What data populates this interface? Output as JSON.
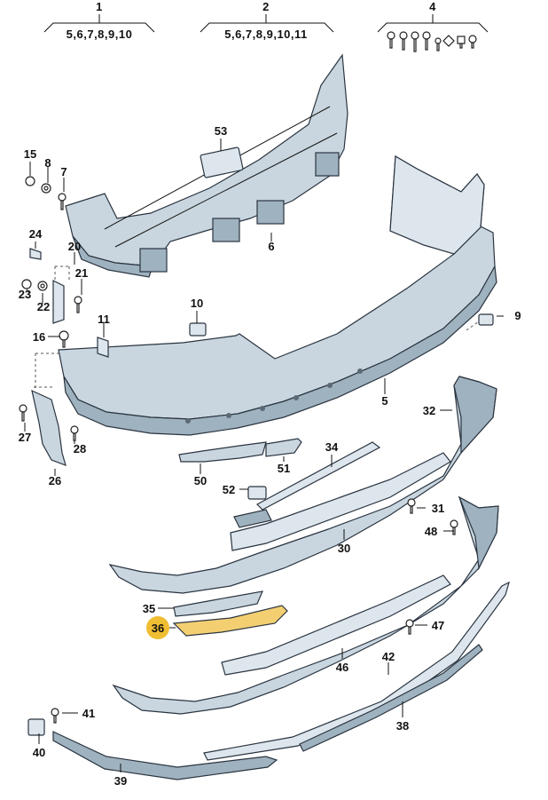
{
  "groups": [
    {
      "number": "1",
      "refs": "5,6,7,8,9,10"
    },
    {
      "number": "2",
      "refs": "5,6,7,8,9,10,11"
    },
    {
      "number": "4",
      "refs": ""
    }
  ],
  "callouts": {
    "c53": "53",
    "c15": "15",
    "c8": "8",
    "c7": "7",
    "c6": "6",
    "c24": "24",
    "c20": "20",
    "c21": "21",
    "c23": "23",
    "c22": "22",
    "c16": "16",
    "c11": "11",
    "c10": "10",
    "c9": "9",
    "c5": "5",
    "c32": "32",
    "c27": "27",
    "c28": "28",
    "c26": "26",
    "c34": "34",
    "c50": "50",
    "c51": "51",
    "c52": "52",
    "c31": "31",
    "c48": "48",
    "c30": "30",
    "c35": "35",
    "c36": "36",
    "c47": "47",
    "c46": "46",
    "c42": "42",
    "c41": "41",
    "c38": "38",
    "c40": "40",
    "c39": "39"
  },
  "highlight": {
    "part": "36",
    "color": "#f0be33"
  }
}
